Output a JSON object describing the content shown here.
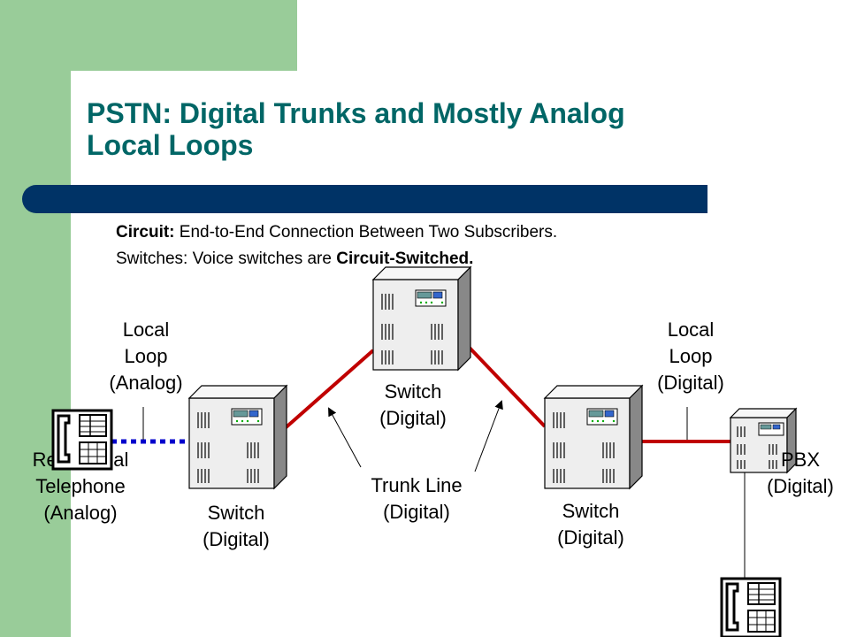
{
  "slide": {
    "title_line1": "PSTN: Digital Trunks and Mostly Analog",
    "title_line2": "Local Loops",
    "circuit_label": "Circuit:",
    "circuit_text": " End-to-End Connection Between Two Subscribers.",
    "switches_prefix": "Switches:  Voice switches are ",
    "switches_bold": "Circuit-Switched."
  },
  "labels": {
    "local_loop_analog": [
      "Local",
      "Loop",
      "(Analog)"
    ],
    "local_loop_digital": [
      "Local",
      "Loop",
      "(Digital)"
    ],
    "switch_top": [
      "Switch",
      "(Digital)"
    ],
    "switch_left": [
      "Switch",
      "(Digital)"
    ],
    "switch_right": [
      "Switch",
      "(Digital)"
    ],
    "trunk_line": [
      "Trunk Line",
      "(Digital)"
    ],
    "residential": [
      "Residential",
      "Telephone",
      "(Analog)"
    ],
    "pbx": [
      "PBX",
      "(Digital)"
    ]
  },
  "colors": {
    "trunk": "#c00000",
    "analog_loop": "#0000cc",
    "title": "#006666",
    "accent_bar": "#003366",
    "side_bar": "#99cc99"
  },
  "icons": [
    "switch-icon",
    "telephone-icon",
    "pbx-icon"
  ]
}
